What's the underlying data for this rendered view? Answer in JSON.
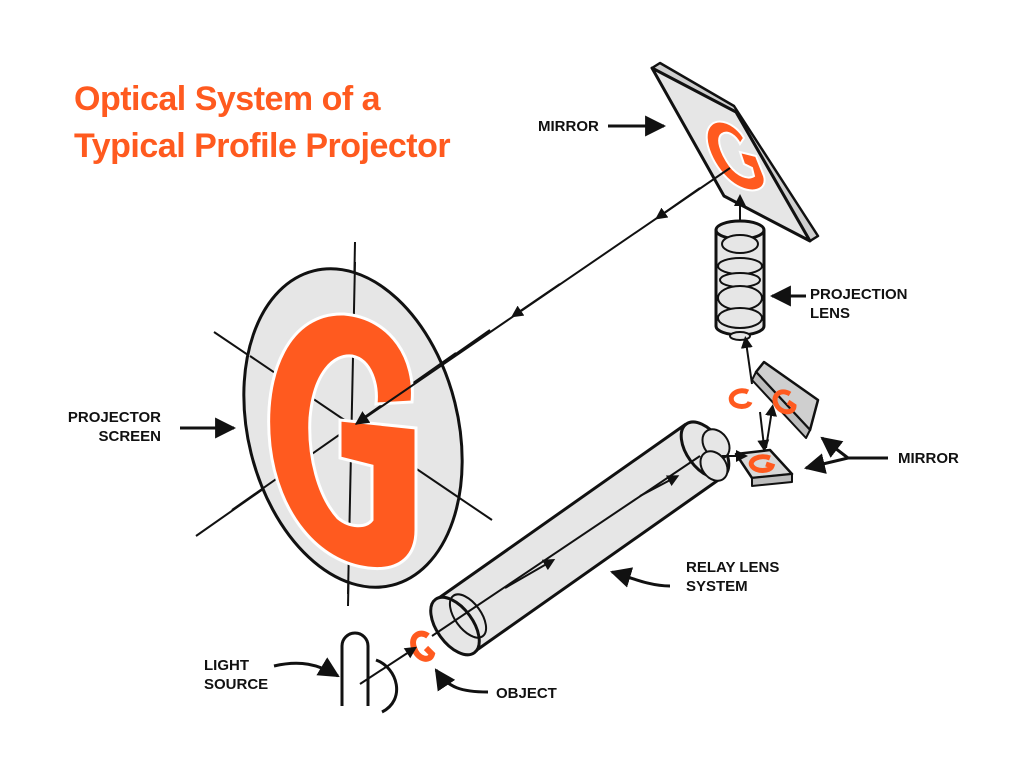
{
  "title": {
    "line1": "Optical System of  a",
    "line2": "Typical Profile Projector"
  },
  "labels": {
    "mirror_top": "MIRROR",
    "projection_lens": [
      "PROJECTION",
      "LENS"
    ],
    "projector_screen": [
      "PROJECTOR",
      "SCREEN"
    ],
    "mirror_right": "MIRROR",
    "relay_lens_system": [
      "RELAY LENS",
      "SYSTEM"
    ],
    "light_source": [
      "LIGHT",
      "SOURCE"
    ],
    "object": "OBJECT"
  },
  "colors": {
    "accent": "#ff5a1f",
    "outline": "#111111",
    "fill": "#e6e6e6"
  }
}
